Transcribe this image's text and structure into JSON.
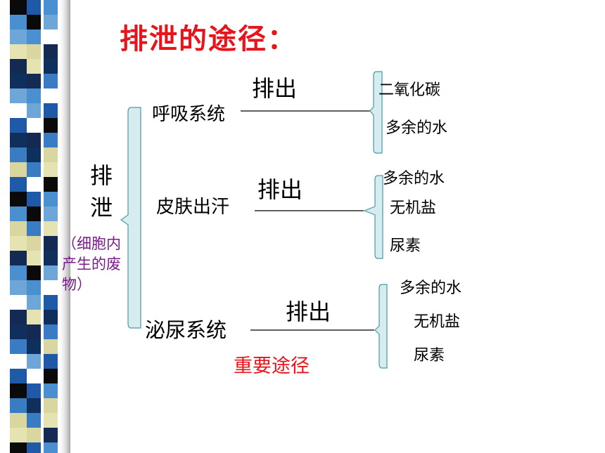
{
  "title": "排泄的途径：",
  "root": {
    "label_line1": "排",
    "label_line2": "泄",
    "note": "（细胞内产生的废物）"
  },
  "branches": [
    {
      "system": "呼吸系统",
      "action": "排出",
      "products": [
        "二氧化碳",
        "多余的水"
      ]
    },
    {
      "system": "皮肤出汗",
      "action": "排出",
      "products": [
        "多余的水",
        "无机盐",
        "尿素"
      ]
    },
    {
      "system": "泌尿系统",
      "action": "排出",
      "products": [
        "多余的水",
        "无机盐",
        "尿素"
      ]
    }
  ],
  "emphasis": "重要途径",
  "colors": {
    "title": "#e8141b",
    "note": "#7a1c8c",
    "emphasis": "#e8141b",
    "bracket_fill": "#d6ecef",
    "bracket_stroke": "#4a9aa6"
  }
}
